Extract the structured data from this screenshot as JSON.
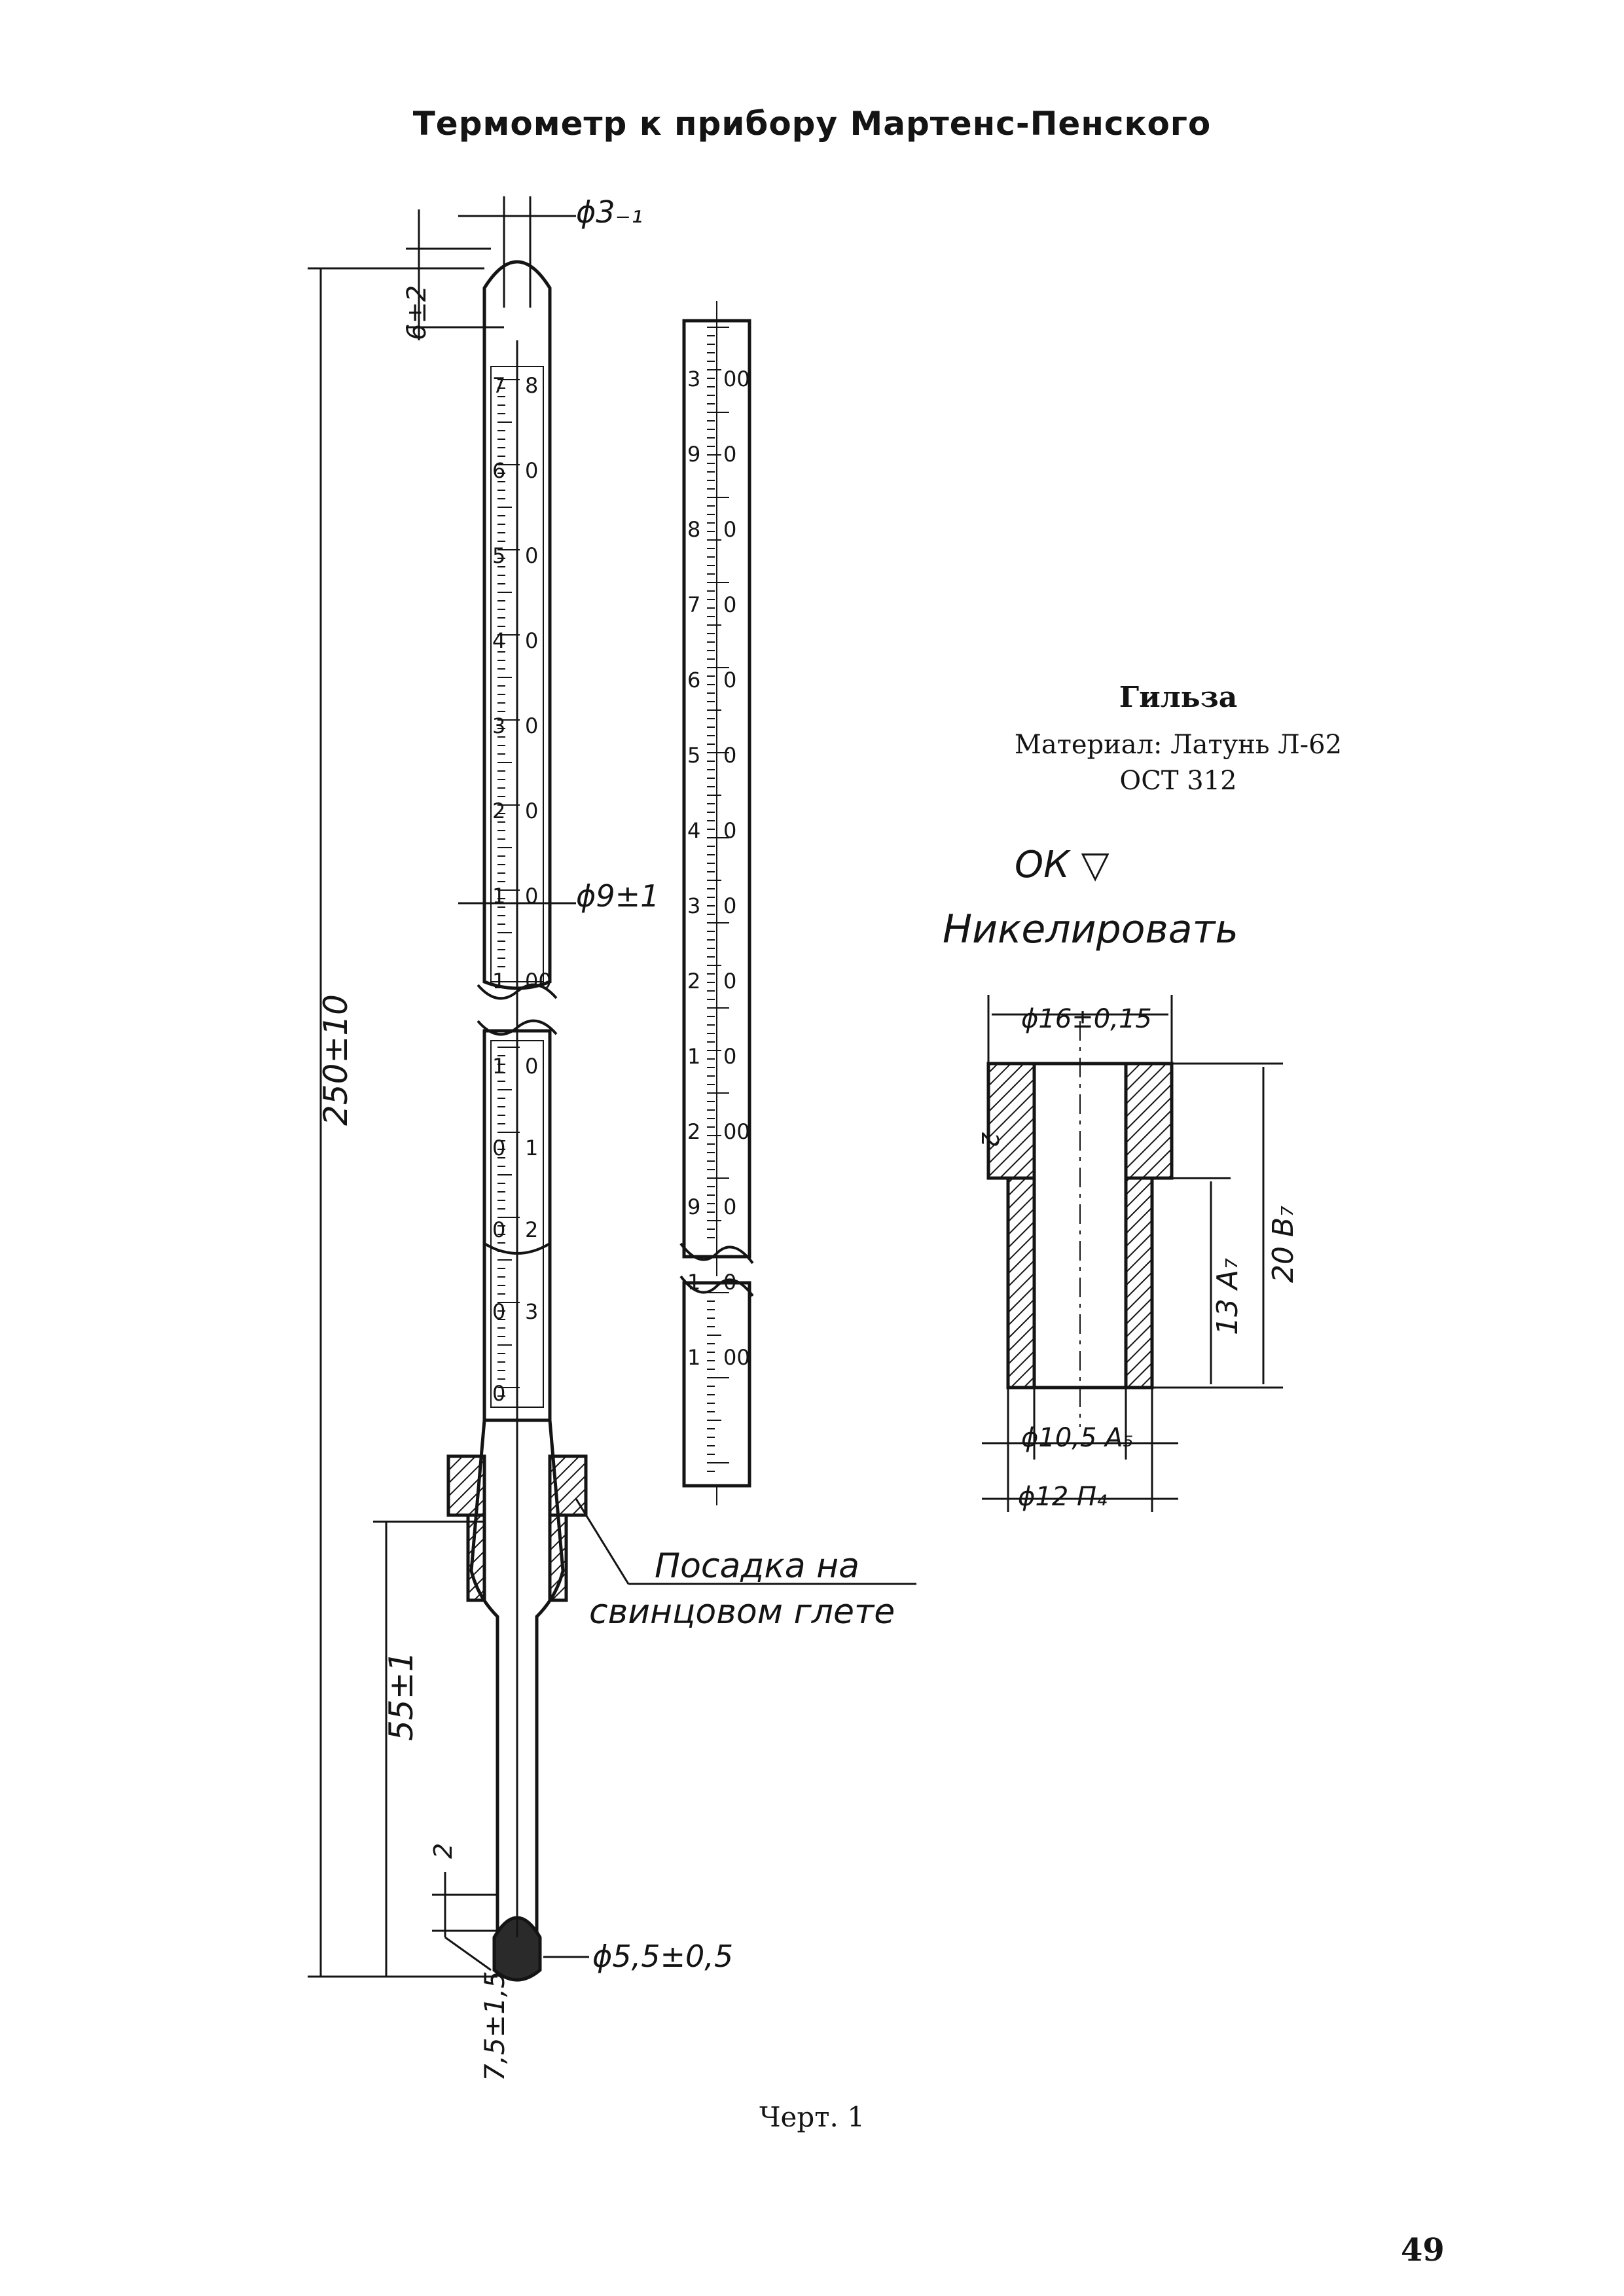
{
  "title": "Термометр к прибору Мартенс-Пенского",
  "sleeve": {
    "title": "Гильза",
    "material": "Материал: Латунь Л-62",
    "standard": "ОСТ 312",
    "finish_mark": "ОК ▽",
    "finish": "Никелировать",
    "dims": {
      "flange_dia": "ϕ16±0,15",
      "bore_dia": "ϕ10,5 A₅",
      "outer_dia": "ϕ12 П₄",
      "total_len": "20 B₇",
      "shank_len": "13 A₇",
      "flange_h": "2"
    }
  },
  "thermometer": {
    "dims": {
      "top_dia": "ϕ3₋₁",
      "top_len": "6±2",
      "stem_dia": "ϕ9±1",
      "total_len": "250±10",
      "lower_len": "55±1",
      "gap": "2",
      "bulb_dia": "ϕ5,5±0,5",
      "bulb_len": "7,5±1,5"
    },
    "fit_note_line1": "Посадка на",
    "fit_note_line2": "свинцовом глете",
    "upper_scale_labels": [
      "7",
      "8",
      "6",
      "0",
      "5",
      "0",
      "4",
      "0",
      "3",
      "0",
      "2",
      "0",
      "1",
      "0",
      "1",
      "00"
    ],
    "lower_scale_labels": [
      "1",
      "0",
      "0",
      "1",
      "0",
      "2",
      "0",
      "3",
      "0"
    ]
  },
  "full_scale_labels": [
    "3",
    "00",
    "9",
    "0",
    "8",
    "0",
    "7",
    "0",
    "6",
    "0",
    "5",
    "0",
    "4",
    "0",
    "3",
    "0",
    "2",
    "0",
    "1",
    "0",
    "2",
    "00",
    "9",
    "0",
    "1",
    "0",
    "1",
    "00"
  ],
  "caption": "Черт. 1",
  "page_number": "49"
}
